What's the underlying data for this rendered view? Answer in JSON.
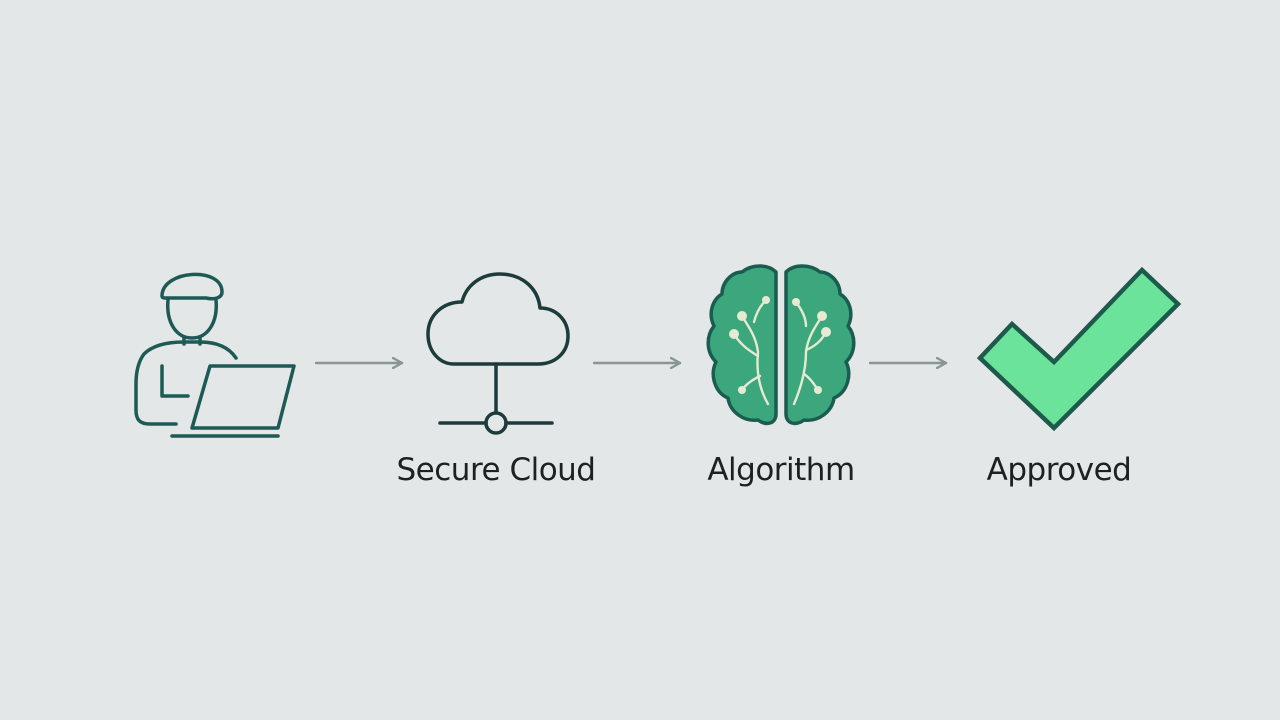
{
  "diagram": {
    "colors": {
      "background": "#e3e7e7",
      "outline": "#1d5a55",
      "cloud_outline": "#1c3b3a",
      "brain_fill": "#3ca77d",
      "brain_outline": "#1a5c4f",
      "brain_veins": "#e6ead2",
      "check_fill": "#6be39a",
      "check_outline": "#1e5a4b",
      "arrow": "#8a9595",
      "text": "#1c2222"
    },
    "steps": [
      {
        "icon": "user-laptop-icon",
        "label": ""
      },
      {
        "icon": "secure-cloud-icon",
        "label": "Secure Cloud"
      },
      {
        "icon": "brain-algorithm-icon",
        "label": "Algorithm"
      },
      {
        "icon": "checkmark-icon",
        "label": "Approved"
      }
    ]
  }
}
